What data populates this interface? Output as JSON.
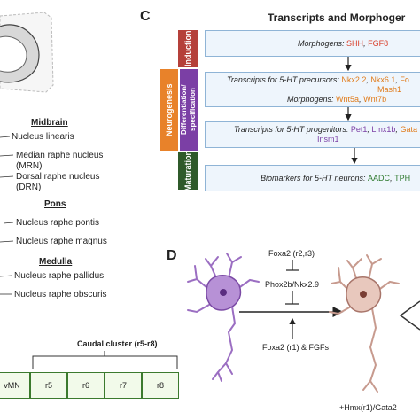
{
  "panels": {
    "c_letter": "C",
    "d_letter": "D"
  },
  "left": {
    "midbrain": {
      "heading": "Midbrain",
      "items": [
        "Nucleus linearis",
        "Median raphe nucleus",
        "(MRN)",
        "Dorsal raphe nucleus",
        "(DRN)"
      ]
    },
    "pons": {
      "heading": "Pons",
      "items": [
        "Nucleus raphe pontis",
        "Nucleus raphe magnus"
      ]
    },
    "medulla": {
      "heading": "Medulla",
      "items": [
        "Nucleus raphe pallidus",
        "Nucleus raphe obscuris"
      ]
    },
    "caudal_label": "Caudal cluster (r5-r8)",
    "segments": [
      "vMN",
      "r5",
      "r6",
      "r7",
      "r8"
    ]
  },
  "c": {
    "title": "Transcripts and Morphoger",
    "stages": {
      "induction": "Induction",
      "neurogenesis": "Neurogenesis",
      "differentiation": "Differentiation/ specification",
      "maturation": "Maturation"
    },
    "induction": {
      "prefix": "Morphogens: ",
      "g1": "SHH",
      "sep": ", ",
      "g2": "FGF8"
    },
    "differentiation": {
      "line1_prefix": "Transcripts for 5-HT precursors: ",
      "g1": "Nkx2.2",
      "sep1": ", ",
      "g2": "Nkx6.1",
      "sep2": ", ",
      "g3": "Fo",
      "line2": "Mash1",
      "line3_prefix": "Morphogens: ",
      "g4": "Wnt5a",
      "sep3": ", ",
      "g5": "Wnt7b"
    },
    "specification": {
      "prefix": "Transcripts for 5-HT progenitors: ",
      "g1": "Pet1",
      "sep1": ", ",
      "g2": "Lmx1b",
      "sep2": ", ",
      "g3": "Gata",
      "line2": "Insm1"
    },
    "maturation": {
      "prefix": "Biomarkers for 5-HT neurons: ",
      "g1": "AADC",
      "sep": ", ",
      "g2": "TPH"
    }
  },
  "d": {
    "top_label": "Foxa2 (r2,r3)",
    "mid_label": "Phox2b/Nkx2.9",
    "bottom_label": "Foxa2 (r1) & FGFs",
    "right_label": "+Hmx(r1)/Gata2"
  },
  "colors": {
    "induction": "#b5403a",
    "neurogenesis": "#e8822a",
    "differentiation": "#7b3fa5",
    "maturation": "#2f5a2a",
    "box_border": "#8fb4d6"
  }
}
